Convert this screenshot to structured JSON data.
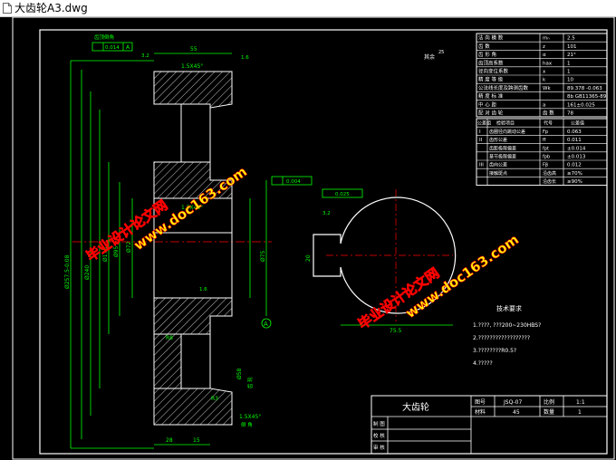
{
  "window": {
    "title": "大齿轮A3.dwg"
  },
  "colors": {
    "background": "#000000",
    "white": "#ffffff",
    "cyan": "#00ffff",
    "green": "#00ff00",
    "yellow": "#ffff00",
    "red": "#ff0000",
    "blue": "#3c3cff"
  },
  "params_table": [
    {
      "name": "法 向 模 数",
      "sym": "mₙ",
      "val": "2.5"
    },
    {
      "name": "齿 数",
      "sym": "z",
      "val": "101"
    },
    {
      "name": "齿 形 角",
      "sym": "α",
      "val": "21°"
    },
    {
      "name": "齿顶高系数",
      "sym": "hax",
      "val": "1"
    },
    {
      "name": "径向变位系数",
      "sym": "x",
      "val": "1"
    },
    {
      "name": "精 度 等 级",
      "sym": "k",
      "val": "10"
    },
    {
      "name": "公法线长度及跨测齿数",
      "sym": "Wk",
      "val": "89.378 -0.063"
    },
    {
      "name": "精 度 标 准",
      "sym": "",
      "val": "8b GB11365-89"
    },
    {
      "name": "中 心 距",
      "sym": "a",
      "val": "161±0.025"
    },
    {
      "name": "配 对 齿 轮",
      "sym": "齿 数",
      "val": "78"
    }
  ],
  "tolerance_table": {
    "header": {
      "group": "公差组",
      "item": "检验项目",
      "code": "代号",
      "value": "公差值"
    },
    "rows": [
      {
        "group": "I",
        "item": "齿圈径向跳动公差",
        "code": "Fp",
        "value": "0.063"
      },
      {
        "group": "II",
        "item": "齿形公差",
        "code": "ff",
        "value": "0.011"
      },
      {
        "group": "",
        "item": "齿距极限偏差",
        "code": "fpt",
        "value": "±0.014"
      },
      {
        "group": "",
        "item": "基节极限偏差",
        "code": "fpb",
        "value": "±0.013"
      },
      {
        "group": "III",
        "item": "齿向公差",
        "code": "Fβ",
        "value": "0.012"
      },
      {
        "group": "",
        "item": "接触斑点",
        "code": "沿齿高",
        "value": "≥70%"
      },
      {
        "group": "",
        "item": "",
        "code": "沿齿长",
        "value": "≥90%"
      }
    ]
  },
  "tech_req": {
    "title": "技术要求",
    "items": [
      "1.????, ???200~230HBS?",
      "2.??????????????????",
      "3.????????R0.5?",
      "4.?????"
    ]
  },
  "title_block": {
    "part_name": "大齿轮",
    "drawing_no_label": "图号",
    "drawing_no": "JSQ-07",
    "scale_label": "比例",
    "scale": "1:1",
    "material_label": "材料",
    "material": "45",
    "qty_label": "数量",
    "qty": "1",
    "rows": [
      "制 图",
      "校 核",
      "审 核"
    ]
  },
  "watermarks": [
    {
      "line1": "毕业设计论文网",
      "line2": "www.doc163.com"
    },
    {
      "line1": "毕业设计论文网",
      "line2": "www.doc163.com"
    }
  ],
  "dims": {
    "top_width": "55",
    "top_chamfer": "1.5X45°",
    "mid_chamfer": "1.5X45°",
    "bottom_chamfer": "1.5X45°",
    "bot_28": "28",
    "bot_15": "15",
    "diameter_outer": "Ø257.5-0.08",
    "d240": "Ø240",
    "d175": "Ø175",
    "d95": "Ø95",
    "d72": "Ø72",
    "d58": "Ø58",
    "d75": "Ø75",
    "r8": "R8",
    "r3": "R3",
    "tol_box1": "0.014",
    "datum": "A",
    "tol_box2": "0.004",
    "key_tol": "0.025",
    "key_width": "20",
    "key_depth": "75.5",
    "rough1": "3.2",
    "rough2": "1.6",
    "rough3": "1.6",
    "rough4": "3.2",
    "rough_other": "其余",
    "rough_other_val": "25",
    "label_left": "齿顶倒角",
    "label_right": "齿 轮",
    "label_right2": "倒 角"
  }
}
